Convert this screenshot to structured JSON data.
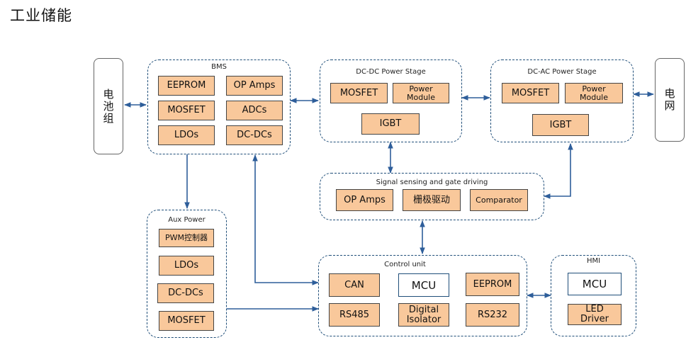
{
  "title": "工业储能",
  "endpoints": {
    "battery": "电池组",
    "grid": "电网"
  },
  "bms": {
    "label": "BMS",
    "blocks": [
      "EEPROM",
      "OP Amps",
      "MOSFET",
      "ADCs",
      "LDOs",
      "DC-DCs"
    ]
  },
  "dcdc": {
    "label": "DC-DC Power Stage",
    "blocks": [
      "MOSFET",
      "Power Module",
      "IGBT"
    ]
  },
  "dcac": {
    "label": "DC-AC Power Stage",
    "blocks": [
      "MOSFET",
      "Power Module",
      "IGBT"
    ]
  },
  "signal": {
    "label": "Signal sensing and gate driving",
    "blocks": [
      "OP Amps",
      "栅极驱动",
      "Comparator"
    ]
  },
  "aux": {
    "label": "Aux Power",
    "blocks": [
      "PWM控制器",
      "LDOs",
      "DC-DCs",
      "MOSFET"
    ]
  },
  "control": {
    "label": "Control unit",
    "blocks": [
      "CAN",
      "MCU",
      "EEPROM",
      "RS485",
      "Digital Isolator",
      "RS232"
    ]
  },
  "hmi": {
    "label": "HMI",
    "blocks": [
      "MCU",
      "LED Driver"
    ]
  },
  "colors": {
    "block_fill": "#f9c89b",
    "group_border": "#1f4e79",
    "arrow": "#2e5e9a"
  }
}
